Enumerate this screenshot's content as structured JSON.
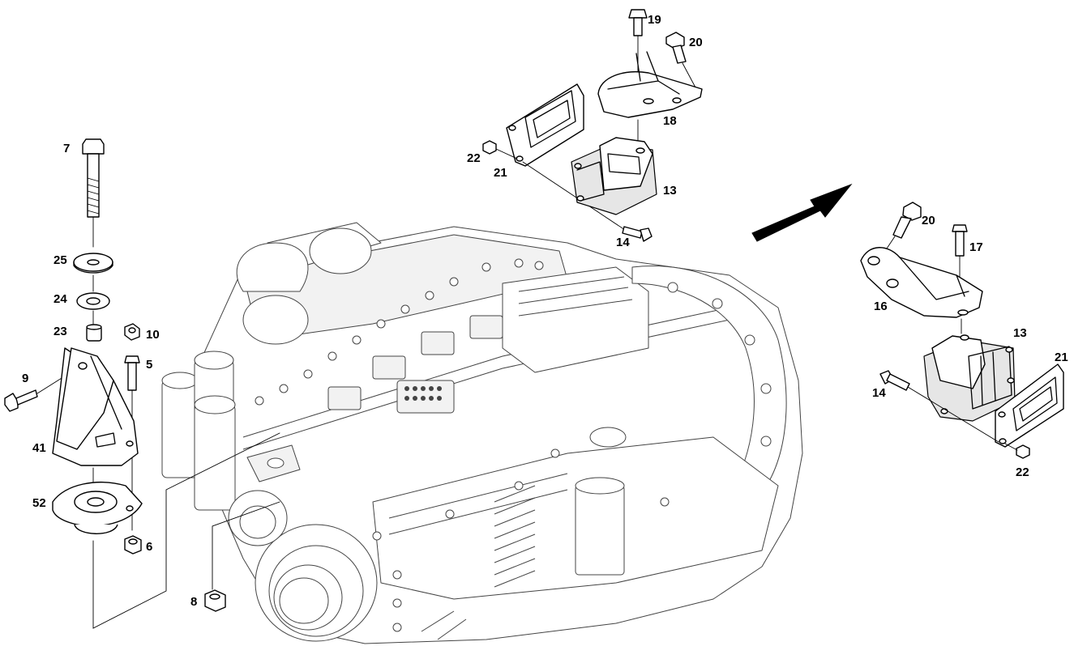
{
  "diagram": {
    "callouts": {
      "c7": "7",
      "c25": "25",
      "c24": "24",
      "c23": "23",
      "c10": "10",
      "c9": "9",
      "c5": "5",
      "c41": "41",
      "c52": "52",
      "c6": "6",
      "c8": "8",
      "c19": "19",
      "c20_top": "20",
      "c18": "18",
      "c22_top": "22",
      "c21_top": "21",
      "c13_top": "13",
      "c14_top": "14",
      "c20_right": "20",
      "c17": "17",
      "c16": "16",
      "c13_right": "13",
      "c21_right": "21",
      "c14_right": "14",
      "c22_right": "22"
    }
  }
}
